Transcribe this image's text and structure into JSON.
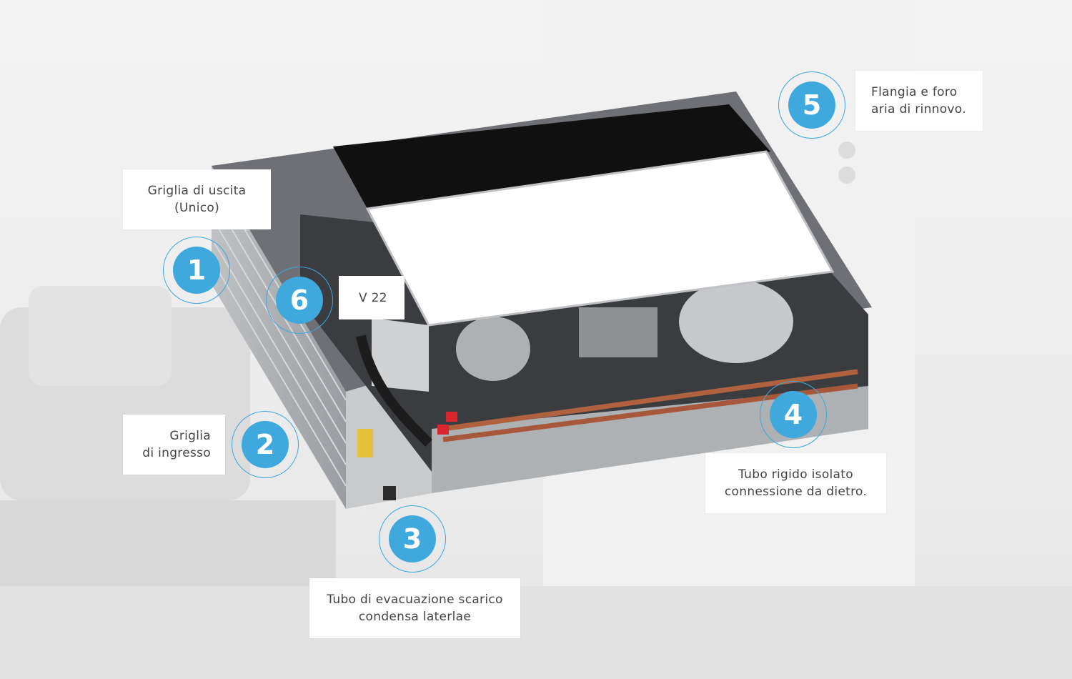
{
  "annotations": [
    {
      "number": "1",
      "lines": [
        "Griglia di uscita",
        "(Unico)"
      ]
    },
    {
      "number": "2",
      "lines": [
        "Griglia",
        "di ingresso"
      ]
    },
    {
      "number": "3",
      "lines": [
        "Tubo di evacuazione scarico",
        "condensa laterlae"
      ]
    },
    {
      "number": "4",
      "lines": [
        "Tubo rigido isolato",
        "connessione da dietro."
      ]
    },
    {
      "number": "5",
      "lines": [
        "Flangia e foro",
        "aria di rinnovo."
      ]
    },
    {
      "number": "6",
      "lines": [
        "V 22"
      ]
    }
  ],
  "colors": {
    "accent": "#3fa9dd",
    "ring": "#3ea7dc"
  }
}
